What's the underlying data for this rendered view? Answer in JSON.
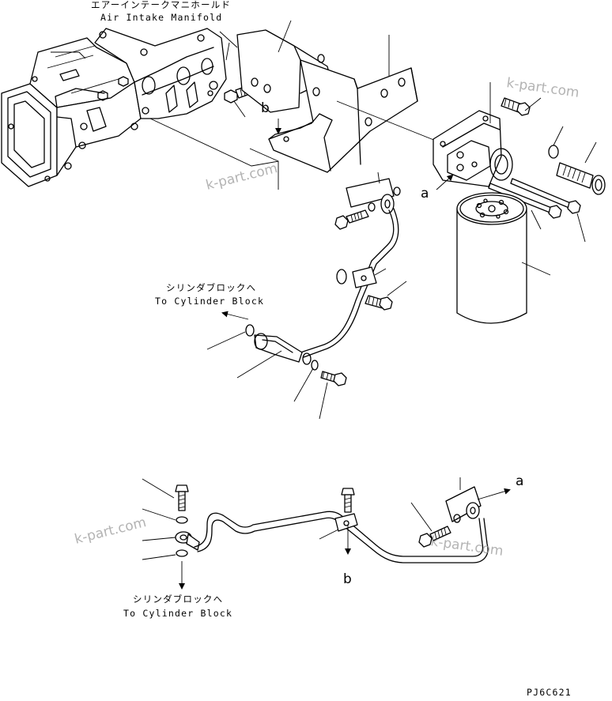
{
  "labels": {
    "manifold_jp": "エアーインテークマニホールド",
    "manifold_en": "Air Intake Manifold",
    "cyl_jp_upper": "シリンダブロックへ",
    "cyl_en_upper": "To Cylinder Block",
    "cyl_jp_lower": "シリンダブロックへ",
    "cyl_en_lower": "To Cylinder Block",
    "ref_a_upper": "a",
    "ref_b_upper": "b",
    "ref_a_lower": "a",
    "ref_b_lower": "b",
    "drawing_code": "PJ6C621"
  },
  "watermarks": [
    "k-part.com",
    "k-part.com",
    "k-part.com",
    "k-part.com"
  ]
}
